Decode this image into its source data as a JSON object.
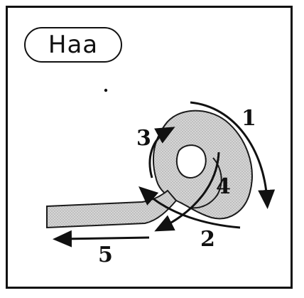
{
  "title_label": "Haa",
  "steps": [
    "1",
    "2",
    "3",
    "4",
    "5"
  ],
  "colors": {
    "ink": "#111111",
    "rope_fill": "#cfcfcf",
    "rope_stroke": "#1a1a1a"
  }
}
